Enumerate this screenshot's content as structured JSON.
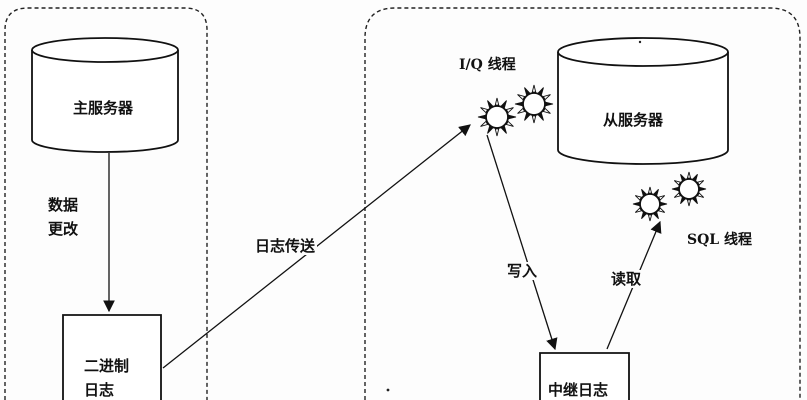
{
  "master": {
    "db_label": "主服务器",
    "data_change": [
      "数据",
      "更改"
    ],
    "binlog": [
      "二进制",
      "日志"
    ]
  },
  "slave": {
    "db_label": "从服务器",
    "io_thread": "I/Q 线程",
    "sql_thread": "SQL 线程",
    "relay_log": "中继日志",
    "write_label": "写入",
    "read_label": "读取"
  },
  "transfer_label": "日志传送"
}
